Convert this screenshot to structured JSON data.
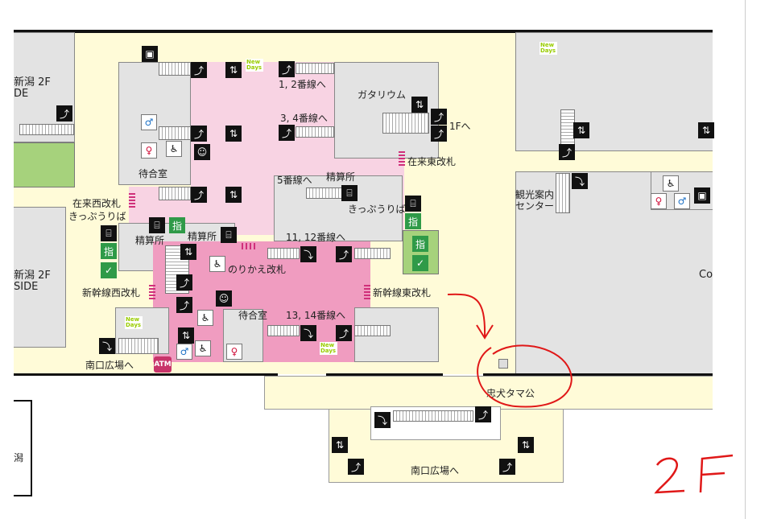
{
  "map": {
    "floor_annotation": "2F",
    "labels": {
      "west_building": "新潟 2F\nDE",
      "west_building_lower": "新潟 2F\nSIDE",
      "west_building_bottom": "潟",
      "tracks_1_2": "1, 2番線へ",
      "tracks_3_4": "3, 4番線へ",
      "tracks_5": "5番線へ",
      "tracks_11_12": "11, 12番線へ",
      "tracks_13_14": "13, 14番線へ",
      "gatarium": "ガタリウム",
      "to_1f": "1Fへ",
      "zairai_east_gate": "在来東改札",
      "zairai_west_gate": "在来西改札",
      "ticket_office_west": "きっぷうりば",
      "ticket_office_east": "きっぷうりば",
      "waiting_room_north": "待合室",
      "waiting_room_south": "待合室",
      "fare_adjust_1": "精算所",
      "fare_adjust_2": "精算所",
      "fare_adjust_3": "精算所",
      "transfer_gate": "のりかえ改札",
      "shinkansen_west_gate": "新幹線西改札",
      "shinkansen_east_gate": "新幹線東改札",
      "south_plaza_west": "南口広場へ",
      "south_plaza_center": "南口広場へ",
      "tourist_info": "観光案内\nセンター",
      "tama_statue": "忠犬タマ公",
      "east_partial": "Co",
      "atm": "ATM",
      "reserved_seat": "指",
      "newdays": "New Days"
    }
  }
}
